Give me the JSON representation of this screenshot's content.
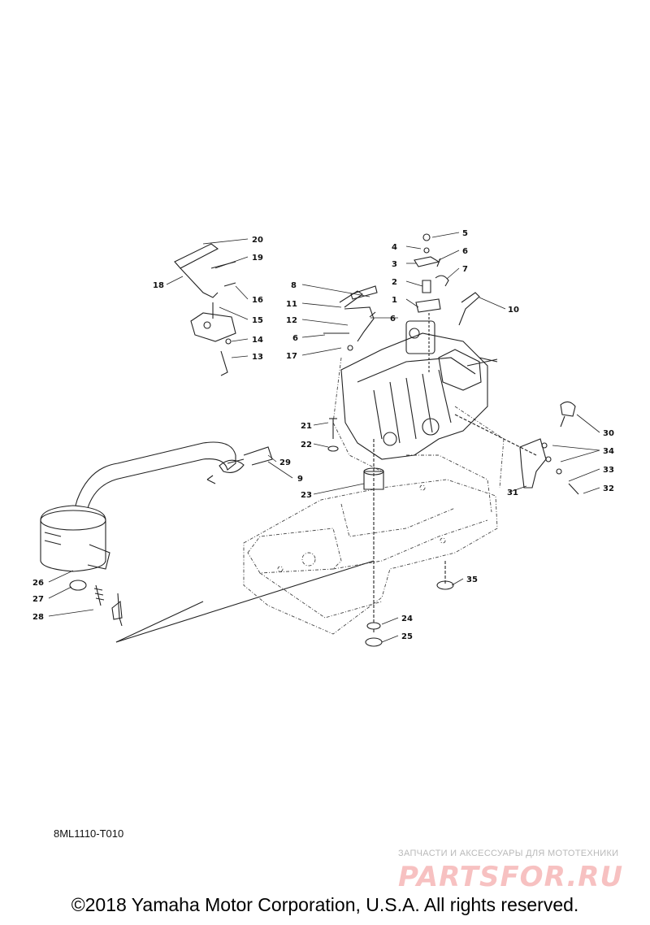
{
  "diagram": {
    "callouts": [
      "1",
      "2",
      "3",
      "4",
      "5",
      "6",
      "6",
      "6",
      "7",
      "8",
      "9",
      "10",
      "11",
      "12",
      "13",
      "14",
      "15",
      "16",
      "17",
      "18",
      "19",
      "20",
      "21",
      "22",
      "23",
      "24",
      "25",
      "26",
      "27",
      "28",
      "29",
      "30",
      "31",
      "32",
      "33",
      "34",
      "35"
    ],
    "reference_code": "8ML1110-T010"
  },
  "watermark": {
    "tagline": "ЗАПЧАСТИ И АКСЕССУАРЫ ДЛЯ МОТОТЕХНИКИ",
    "brand": "PARTSFOR.RU",
    "color": "#f4a7a7"
  },
  "footer": {
    "copyright": "©2018 Yamaha Motor Corporation, U.S.A. All rights reserved."
  }
}
